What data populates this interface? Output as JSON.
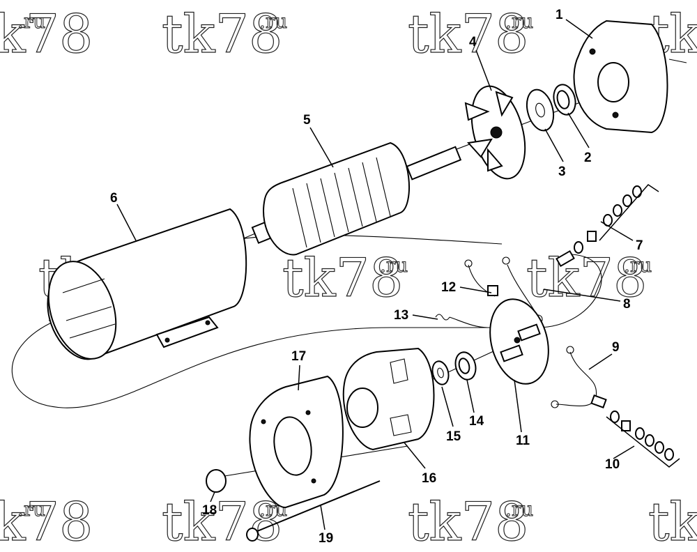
{
  "watermark": {
    "main": "tk78",
    "sup": ".ru"
  },
  "callouts": [
    {
      "id": "part-1",
      "label": "1"
    },
    {
      "id": "part-2",
      "label": "2"
    },
    {
      "id": "part-3",
      "label": "3"
    },
    {
      "id": "part-4",
      "label": "4"
    },
    {
      "id": "part-5",
      "label": "5"
    },
    {
      "id": "part-6",
      "label": "6"
    },
    {
      "id": "part-7",
      "label": "7"
    },
    {
      "id": "part-8",
      "label": "8"
    },
    {
      "id": "part-9",
      "label": "9"
    },
    {
      "id": "part-10",
      "label": "10"
    },
    {
      "id": "part-11",
      "label": "11"
    },
    {
      "id": "part-12",
      "label": "12"
    },
    {
      "id": "part-13",
      "label": "13"
    },
    {
      "id": "part-14",
      "label": "14"
    },
    {
      "id": "part-15",
      "label": "15"
    },
    {
      "id": "part-16",
      "label": "16"
    },
    {
      "id": "part-17",
      "label": "17"
    },
    {
      "id": "part-18",
      "label": "18"
    },
    {
      "id": "part-19",
      "label": "19"
    }
  ]
}
